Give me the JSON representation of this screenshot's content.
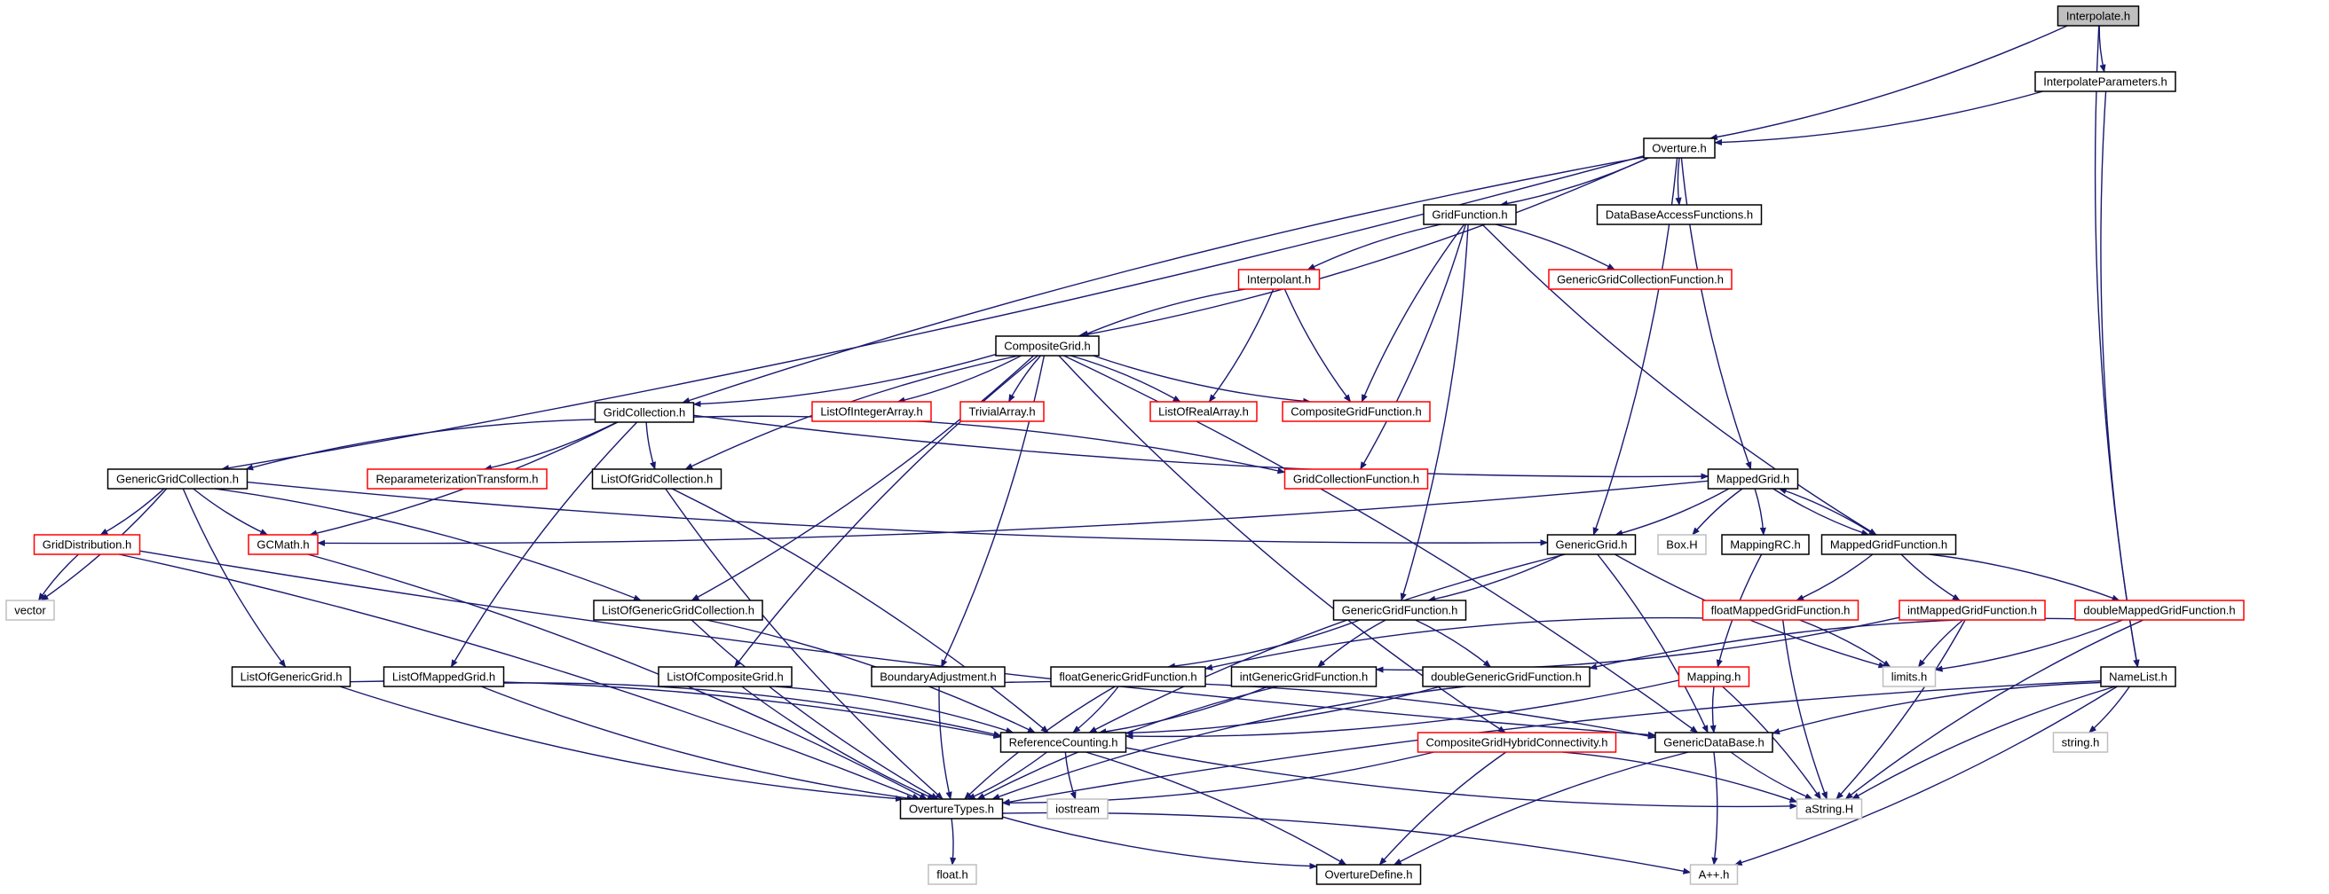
{
  "colors": {
    "edge": "#191970",
    "normal_border": "#000000",
    "missing_border": "#ff0000",
    "system_border": "#bfbfbf",
    "root_fill": "#bfbfbf",
    "background": "#ffffff"
  },
  "nodes": [
    {
      "id": "interpolate",
      "label": "Interpolate.h",
      "kind": "root"
    },
    {
      "id": "interpolate_parameters",
      "label": "InterpolateParameters.h",
      "kind": "normal"
    },
    {
      "id": "overture",
      "label": "Overture.h",
      "kind": "normal"
    },
    {
      "id": "grid_function",
      "label": "GridFunction.h",
      "kind": "normal"
    },
    {
      "id": "db_access",
      "label": "DataBaseAccessFunctions.h",
      "kind": "normal"
    },
    {
      "id": "interpolant",
      "label": "Interpolant.h",
      "kind": "missing"
    },
    {
      "id": "gg_collection_function",
      "label": "GenericGridCollectionFunction.h",
      "kind": "missing"
    },
    {
      "id": "composite_grid",
      "label": "CompositeGrid.h",
      "kind": "normal"
    },
    {
      "id": "list_of_integer_array",
      "label": "ListOfIntegerArray.h",
      "kind": "missing"
    },
    {
      "id": "trivial_array",
      "label": "TrivialArray.h",
      "kind": "missing"
    },
    {
      "id": "list_of_real_array",
      "label": "ListOfRealArray.h",
      "kind": "missing"
    },
    {
      "id": "composite_grid_function",
      "label": "CompositeGridFunction.h",
      "kind": "missing"
    },
    {
      "id": "grid_collection",
      "label": "GridCollection.h",
      "kind": "normal"
    },
    {
      "id": "generic_grid_collection",
      "label": "GenericGridCollection.h",
      "kind": "normal"
    },
    {
      "id": "reparameterization_transform",
      "label": "ReparameterizationTransform.h",
      "kind": "missing"
    },
    {
      "id": "list_of_grid_collection",
      "label": "ListOfGridCollection.h",
      "kind": "normal"
    },
    {
      "id": "grid_collection_function",
      "label": "GridCollectionFunction.h",
      "kind": "missing"
    },
    {
      "id": "mapped_grid",
      "label": "MappedGrid.h",
      "kind": "normal"
    },
    {
      "id": "grid_distribution",
      "label": "GridDistribution.h",
      "kind": "missing"
    },
    {
      "id": "gcmath",
      "label": "GCMath.h",
      "kind": "missing"
    },
    {
      "id": "vector",
      "label": "vector",
      "kind": "system"
    },
    {
      "id": "box_h",
      "label": "Box.H",
      "kind": "system"
    },
    {
      "id": "mapping_rc",
      "label": "MappingRC.h",
      "kind": "normal"
    },
    {
      "id": "mapped_grid_function",
      "label": "MappedGridFunction.h",
      "kind": "normal"
    },
    {
      "id": "generic_grid",
      "label": "GenericGrid.h",
      "kind": "normal"
    },
    {
      "id": "list_of_generic_grid_collection",
      "label": "ListOfGenericGridCollection.h",
      "kind": "normal"
    },
    {
      "id": "generic_grid_function",
      "label": "GenericGridFunction.h",
      "kind": "normal"
    },
    {
      "id": "float_mapped_grid_function",
      "label": "floatMappedGridFunction.h",
      "kind": "missing"
    },
    {
      "id": "int_mapped_grid_function",
      "label": "intMappedGridFunction.h",
      "kind": "missing"
    },
    {
      "id": "double_mapped_grid_function",
      "label": "doubleMappedGridFunction.h",
      "kind": "missing"
    },
    {
      "id": "list_of_generic_grid",
      "label": "ListOfGenericGrid.h",
      "kind": "normal"
    },
    {
      "id": "list_of_mapped_grid",
      "label": "ListOfMappedGrid.h",
      "kind": "normal"
    },
    {
      "id": "list_of_composite_grid",
      "label": "ListOfCompositeGrid.h",
      "kind": "normal"
    },
    {
      "id": "boundary_adjustment",
      "label": "BoundaryAdjustment.h",
      "kind": "normal"
    },
    {
      "id": "float_generic_grid_function",
      "label": "floatGenericGridFunction.h",
      "kind": "normal"
    },
    {
      "id": "int_generic_grid_function",
      "label": "intGenericGridFunction.h",
      "kind": "normal"
    },
    {
      "id": "double_generic_grid_function",
      "label": "doubleGenericGridFunction.h",
      "kind": "normal"
    },
    {
      "id": "mapping_h",
      "label": "Mapping.h",
      "kind": "missing"
    },
    {
      "id": "limits_h",
      "label": "limits.h",
      "kind": "system"
    },
    {
      "id": "name_list",
      "label": "NameList.h",
      "kind": "normal"
    },
    {
      "id": "reference_counting",
      "label": "ReferenceCounting.h",
      "kind": "normal"
    },
    {
      "id": "cg_hybrid_connectivity",
      "label": "CompositeGridHybridConnectivity.h",
      "kind": "missing"
    },
    {
      "id": "generic_data_base",
      "label": "GenericDataBase.h",
      "kind": "normal"
    },
    {
      "id": "string_h",
      "label": "string.h",
      "kind": "system"
    },
    {
      "id": "overture_types",
      "label": "OvertureTypes.h",
      "kind": "normal"
    },
    {
      "id": "iostream",
      "label": "iostream",
      "kind": "system"
    },
    {
      "id": "astring",
      "label": "aString.H",
      "kind": "system"
    },
    {
      "id": "float_h",
      "label": "float.h",
      "kind": "system"
    },
    {
      "id": "overture_define",
      "label": "OvertureDefine.h",
      "kind": "normal"
    },
    {
      "id": "app_h",
      "label": "A++.h",
      "kind": "system"
    }
  ],
  "edges": [
    [
      "interpolate",
      "interpolate_parameters"
    ],
    [
      "interpolate",
      "overture"
    ],
    [
      "interpolate",
      "name_list"
    ],
    [
      "interpolate_parameters",
      "overture"
    ],
    [
      "interpolate_parameters",
      "name_list"
    ],
    [
      "overture",
      "grid_function"
    ],
    [
      "overture",
      "db_access"
    ],
    [
      "overture",
      "composite_grid"
    ],
    [
      "overture",
      "grid_collection"
    ],
    [
      "overture",
      "generic_grid_collection"
    ],
    [
      "overture",
      "mapped_grid"
    ],
    [
      "overture",
      "generic_grid"
    ],
    [
      "grid_function",
      "interpolant"
    ],
    [
      "grid_function",
      "gg_collection_function"
    ],
    [
      "grid_function",
      "composite_grid_function"
    ],
    [
      "grid_function",
      "grid_collection_function"
    ],
    [
      "grid_function",
      "mapped_grid_function"
    ],
    [
      "grid_function",
      "generic_grid_function"
    ],
    [
      "interpolant",
      "composite_grid"
    ],
    [
      "interpolant",
      "list_of_real_array"
    ],
    [
      "interpolant",
      "composite_grid_function"
    ],
    [
      "composite_grid",
      "list_of_integer_array"
    ],
    [
      "composite_grid",
      "trivial_array"
    ],
    [
      "composite_grid",
      "list_of_real_array"
    ],
    [
      "composite_grid",
      "composite_grid_function"
    ],
    [
      "composite_grid",
      "grid_collection"
    ],
    [
      "composite_grid",
      "list_of_grid_collection"
    ],
    [
      "composite_grid",
      "list_of_generic_grid_collection"
    ],
    [
      "composite_grid",
      "list_of_composite_grid"
    ],
    [
      "composite_grid",
      "boundary_adjustment"
    ],
    [
      "composite_grid",
      "cg_hybrid_connectivity"
    ],
    [
      "composite_grid",
      "generic_data_base"
    ],
    [
      "grid_collection",
      "generic_grid_collection"
    ],
    [
      "grid_collection",
      "reparameterization_transform"
    ],
    [
      "grid_collection",
      "list_of_grid_collection"
    ],
    [
      "grid_collection",
      "grid_collection_function"
    ],
    [
      "grid_collection",
      "mapped_grid"
    ],
    [
      "grid_collection",
      "gcmath"
    ],
    [
      "grid_collection",
      "list_of_mapped_grid"
    ],
    [
      "generic_grid_collection",
      "grid_distribution"
    ],
    [
      "generic_grid_collection",
      "gcmath"
    ],
    [
      "generic_grid_collection",
      "vector"
    ],
    [
      "generic_grid_collection",
      "list_of_generic_grid"
    ],
    [
      "generic_grid_collection",
      "list_of_generic_grid_collection"
    ],
    [
      "generic_grid_collection",
      "generic_grid"
    ],
    [
      "list_of_grid_collection",
      "reference_counting"
    ],
    [
      "list_of_grid_collection",
      "overture_types"
    ],
    [
      "mapped_grid",
      "gcmath"
    ],
    [
      "mapped_grid",
      "box_h"
    ],
    [
      "mapped_grid",
      "mapping_rc"
    ],
    [
      "mapped_grid",
      "mapped_grid_function"
    ],
    [
      "mapped_grid",
      "generic_grid"
    ],
    [
      "mapped_grid_function",
      "mapped_grid"
    ],
    [
      "mapped_grid_function",
      "float_mapped_grid_function"
    ],
    [
      "mapped_grid_function",
      "int_mapped_grid_function"
    ],
    [
      "mapped_grid_function",
      "double_mapped_grid_function"
    ],
    [
      "grid_distribution",
      "vector"
    ],
    [
      "grid_distribution",
      "overture_types"
    ],
    [
      "grid_distribution",
      "generic_data_base"
    ],
    [
      "gcmath",
      "overture_types"
    ],
    [
      "mapping_rc",
      "mapping_h"
    ],
    [
      "generic_grid",
      "generic_grid_function"
    ],
    [
      "generic_grid",
      "reference_counting"
    ],
    [
      "generic_grid",
      "generic_data_base"
    ],
    [
      "generic_grid",
      "limits_h"
    ],
    [
      "list_of_generic_grid_collection",
      "reference_counting"
    ],
    [
      "list_of_generic_grid_collection",
      "overture_types"
    ],
    [
      "generic_grid_function",
      "float_generic_grid_function"
    ],
    [
      "generic_grid_function",
      "int_generic_grid_function"
    ],
    [
      "generic_grid_function",
      "double_generic_grid_function"
    ],
    [
      "float_mapped_grid_function",
      "float_generic_grid_function"
    ],
    [
      "float_mapped_grid_function",
      "limits_h"
    ],
    [
      "float_mapped_grid_function",
      "astring"
    ],
    [
      "int_mapped_grid_function",
      "int_generic_grid_function"
    ],
    [
      "int_mapped_grid_function",
      "limits_h"
    ],
    [
      "int_mapped_grid_function",
      "astring"
    ],
    [
      "double_mapped_grid_function",
      "double_generic_grid_function"
    ],
    [
      "double_mapped_grid_function",
      "limits_h"
    ],
    [
      "double_mapped_grid_function",
      "astring"
    ],
    [
      "list_of_generic_grid",
      "reference_counting"
    ],
    [
      "list_of_generic_grid",
      "overture_types"
    ],
    [
      "list_of_mapped_grid",
      "reference_counting"
    ],
    [
      "list_of_mapped_grid",
      "overture_types"
    ],
    [
      "list_of_composite_grid",
      "reference_counting"
    ],
    [
      "list_of_composite_grid",
      "overture_types"
    ],
    [
      "boundary_adjustment",
      "generic_data_base"
    ],
    [
      "boundary_adjustment",
      "overture_types"
    ],
    [
      "float_generic_grid_function",
      "reference_counting"
    ],
    [
      "float_generic_grid_function",
      "overture_types"
    ],
    [
      "int_generic_grid_function",
      "reference_counting"
    ],
    [
      "int_generic_grid_function",
      "overture_types"
    ],
    [
      "double_generic_grid_function",
      "reference_counting"
    ],
    [
      "double_generic_grid_function",
      "overture_types"
    ],
    [
      "mapping_h",
      "reference_counting"
    ],
    [
      "mapping_h",
      "generic_data_base"
    ],
    [
      "mapping_h",
      "astring"
    ],
    [
      "name_list",
      "generic_data_base"
    ],
    [
      "name_list",
      "string_h"
    ],
    [
      "name_list",
      "astring"
    ],
    [
      "name_list",
      "app_h"
    ],
    [
      "name_list",
      "overture_types"
    ],
    [
      "reference_counting",
      "overture_types"
    ],
    [
      "reference_counting",
      "iostream"
    ],
    [
      "reference_counting",
      "overture_define"
    ],
    [
      "reference_counting",
      "astring"
    ],
    [
      "cg_hybrid_connectivity",
      "overture_types"
    ],
    [
      "cg_hybrid_connectivity",
      "overture_define"
    ],
    [
      "cg_hybrid_connectivity",
      "astring"
    ],
    [
      "generic_data_base",
      "astring"
    ],
    [
      "generic_data_base",
      "app_h"
    ],
    [
      "generic_data_base",
      "overture_define"
    ],
    [
      "overture_types",
      "float_h"
    ],
    [
      "overture_types",
      "overture_define"
    ],
    [
      "overture_types",
      "app_h"
    ]
  ]
}
